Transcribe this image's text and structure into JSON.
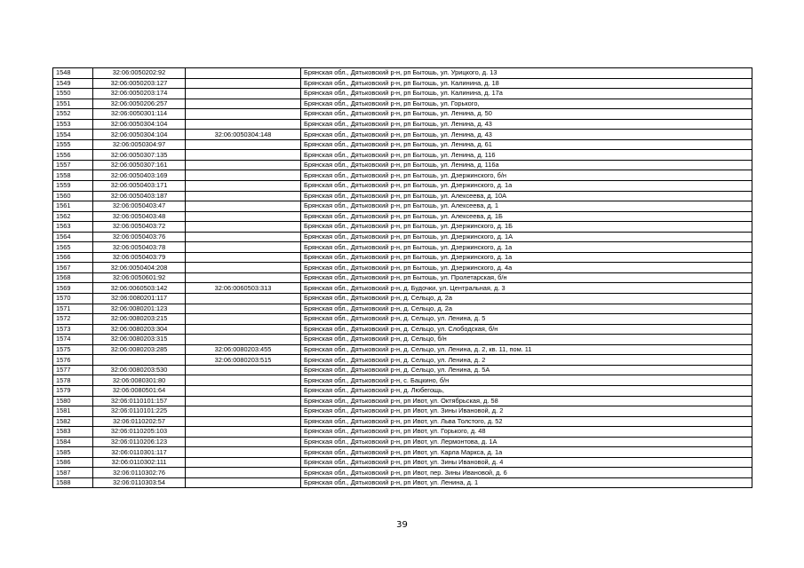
{
  "rows": [
    {
      "n": "1548",
      "cad": "32:06:0050202:92",
      "cad2": "",
      "addr": "Брянская обл., Дятьковский р-н, рп Бытошь, ул. Урицкого, д. 13"
    },
    {
      "n": "1549",
      "cad": "32:06:0050203:127",
      "cad2": "",
      "addr": "Брянская обл., Дятьковский р-н, рп Бытошь, ул. Калинина, д. 18"
    },
    {
      "n": "1550",
      "cad": "32:06:0050203:174",
      "cad2": "",
      "addr": "Брянская обл., Дятьковский р-н, рп Бытошь, ул. Калинина, д. 17а"
    },
    {
      "n": "1551",
      "cad": "32:06:0050206:257",
      "cad2": "",
      "addr": "Брянская обл., Дятьковский р-н, рп Бытошь, ул. Горького,"
    },
    {
      "n": "1552",
      "cad": "32:06:0050301:114",
      "cad2": "",
      "addr": "Брянская обл., Дятьковский р-н, рп Бытошь, ул. Ленина, д. 50"
    },
    {
      "n": "1553",
      "cad": "32:06:0050304:104",
      "cad2": "",
      "addr": "Брянская обл., Дятьковский р-н, рп Бытошь, ул. Ленина, д. 43"
    },
    {
      "n": "1554",
      "cad": "32:06:0050304:104",
      "cad2": "32:06:0050304:148",
      "addr": "Брянская обл., Дятьковский р-н, рп Бытошь, ул. Ленина, д. 43"
    },
    {
      "n": "1555",
      "cad": "32:06:0050304:97",
      "cad2": "",
      "addr": "Брянская обл., Дятьковский р-н, рп Бытошь, ул. Ленина, д. 61"
    },
    {
      "n": "1556",
      "cad": "32:06:0050307:135",
      "cad2": "",
      "addr": "Брянская обл., Дятьковский р-н, рп Бытошь, ул. Ленина, д. 116"
    },
    {
      "n": "1557",
      "cad": "32:06:0050307:161",
      "cad2": "",
      "addr": "Брянская обл., Дятьковский р-н, рп Бытошь, ул. Ленина, д. 116а"
    },
    {
      "n": "1558",
      "cad": "32:06:0050403:169",
      "cad2": "",
      "addr": "Брянская обл., Дятьковский р-н, рп Бытошь, ул. Дзержинского, б/н"
    },
    {
      "n": "1559",
      "cad": "32:06:0050403:171",
      "cad2": "",
      "addr": "Брянская обл., Дятьковский р-н, рп Бытошь, ул. Дзержинского, д. 1а"
    },
    {
      "n": "1560",
      "cad": "32:06:0050403:187",
      "cad2": "",
      "addr": "Брянская обл., Дятьковский р-н, рп Бытошь, ул. Алексеева, д. 10А"
    },
    {
      "n": "1561",
      "cad": "32:06:0050403:47",
      "cad2": "",
      "addr": "Брянская обл., Дятьковский р-н, рп Бытошь, ул. Алексеева, д. 1"
    },
    {
      "n": "1562",
      "cad": "32:06:0050403:48",
      "cad2": "",
      "addr": "Брянская обл., Дятьковский р-н, рп Бытошь, ул. Алексеева, д. 1Б"
    },
    {
      "n": "1563",
      "cad": "32:06:0050403:72",
      "cad2": "",
      "addr": "Брянская обл., Дятьковский р-н, рп Бытошь, ул. Дзержинского, д. 1Б"
    },
    {
      "n": "1564",
      "cad": "32:06:0050403:76",
      "cad2": "",
      "addr": "Брянская обл., Дятьковский р-н, рп Бытошь, ул. Дзержинского, д. 1А"
    },
    {
      "n": "1565",
      "cad": "32:06:0050403:78",
      "cad2": "",
      "addr": "Брянская обл., Дятьковский р-н, рп Бытошь, ул. Дзержинского, д. 1а"
    },
    {
      "n": "1566",
      "cad": "32:06:0050403:79",
      "cad2": "",
      "addr": "Брянская обл., Дятьковский р-н, рп Бытошь, ул. Дзержинского, д. 1а"
    },
    {
      "n": "1567",
      "cad": "32:06:0050404:208",
      "cad2": "",
      "addr": "Брянская обл., Дятьковский р-н, рп Бытошь, ул. Дзержинского, д. 4а"
    },
    {
      "n": "1568",
      "cad": "32:06:0050601:92",
      "cad2": "",
      "addr": "Брянская обл., Дятьковский р-н, рп Бытошь, ул. Пролетарская, б/н"
    },
    {
      "n": "1569",
      "cad": "32:06:0060503:142",
      "cad2": "32:06:0060503:313",
      "addr": "Брянская обл., Дятьковский р-н, д. Будочки, ул. Центральная, д. 3"
    },
    {
      "n": "1570",
      "cad": "32:06:0080201:117",
      "cad2": "",
      "addr": "Брянская обл., Дятьковский р-н, д. Сельцо, д. 2а"
    },
    {
      "n": "1571",
      "cad": "32:06:0080201:123",
      "cad2": "",
      "addr": "Брянская обл., Дятьковский р-н, д. Сельцо, д. 2а"
    },
    {
      "n": "1572",
      "cad": "32:06:0080203:215",
      "cad2": "",
      "addr": "Брянская обл., Дятьковский р-н, д. Сельцо, ул. Ленина, д. 5"
    },
    {
      "n": "1573",
      "cad": "32:06:0080203:304",
      "cad2": "",
      "addr": "Брянская обл., Дятьковский р-н, д. Сельцо, ул. Слободская, б/н"
    },
    {
      "n": "1574",
      "cad": "32:06:0080203:315",
      "cad2": "",
      "addr": "Брянская обл., Дятьковский р-н, д. Сельцо, б/н"
    },
    {
      "n": "1575",
      "cad": "32:06:0080203:285",
      "cad2": "32:06:0080203:455",
      "addr": "Брянская обл., Дятьковский р-н, д. Сельцо, ул. Ленина, д. 2, кв. 11, пом. 11"
    },
    {
      "n": "1576",
      "cad": "",
      "cad2": "32:06:0080203:515",
      "addr": "Брянская обл., Дятьковский р-н, д. Сельцо, ул. Ленина, д. 2"
    },
    {
      "n": "1577",
      "cad": "32:06:0080203:530",
      "cad2": "",
      "addr": "Брянская обл., Дятьковский р-н, д. Сельцо, ул. Ленина, д. 5А"
    },
    {
      "n": "1578",
      "cad": "32:06:0080301:80",
      "cad2": "",
      "addr": "Брянская обл., Дятьковский р-н, с. Бацкино, б/н"
    },
    {
      "n": "1579",
      "cad": "32:06:0080501:64",
      "cad2": "",
      "addr": "Брянская обл., Дятьковский р-н, д. Любегощь,"
    },
    {
      "n": "1580",
      "cad": "32:06:0110101:157",
      "cad2": "",
      "addr": "Брянская обл., Дятьковский р-н, рп Ивот, ул. Октябрьская, д. 58"
    },
    {
      "n": "1581",
      "cad": "32:06:0110101:225",
      "cad2": "",
      "addr": "Брянская обл., Дятьковский р-н, рп Ивот, ул. Зины Ивановой, д. 2"
    },
    {
      "n": "1582",
      "cad": "32:06:0110202:57",
      "cad2": "",
      "addr": "Брянская обл., Дятьковский р-н, рп Ивот, ул. Льва Толстого, д. 52"
    },
    {
      "n": "1583",
      "cad": "32:06:0110205:103",
      "cad2": "",
      "addr": "Брянская обл., Дятьковский р-н, рп Ивот, ул. Горького, д. 48"
    },
    {
      "n": "1584",
      "cad": "32:06:0110206:123",
      "cad2": "",
      "addr": "Брянская обл., Дятьковский р-н, рп Ивот, ул. Лермонтова, д. 1А"
    },
    {
      "n": "1585",
      "cad": "32:06:0110301:117",
      "cad2": "",
      "addr": "Брянская обл., Дятьковский р-н, рп Ивот, ул. Карла Маркса, д. 1а"
    },
    {
      "n": "1586",
      "cad": "32:06:0110302:111",
      "cad2": "",
      "addr": "Брянская обл., Дятьковский р-н, рп Ивот, ул. Зины Ивановой, д. 4"
    },
    {
      "n": "1587",
      "cad": "32:06:0110302:76",
      "cad2": "",
      "addr": "Брянская обл., Дятьковский р-н, рп Ивот, пер. Зины Ивановой, д. 6"
    },
    {
      "n": "1588",
      "cad": "32:06:0110303:54",
      "cad2": "",
      "addr": "Брянская обл., Дятьковский р-н, рп Ивот, ул. Ленина, д. 1"
    }
  ],
  "page_number": "39"
}
